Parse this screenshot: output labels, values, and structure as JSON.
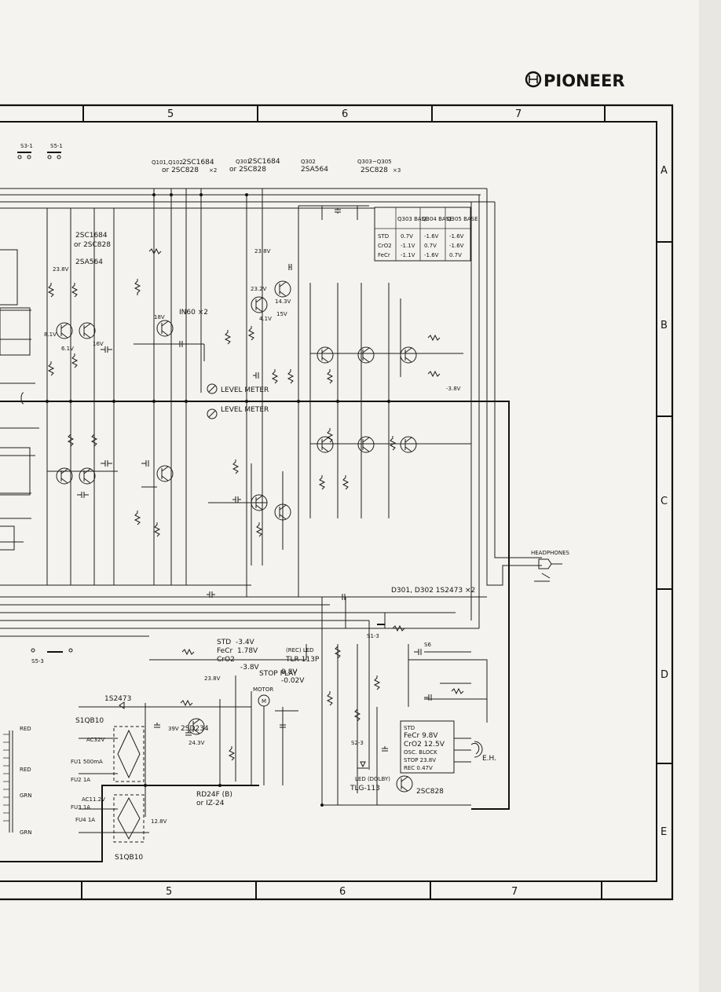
{
  "brand": "PIONEER",
  "grid": {
    "columns": [
      "5",
      "6",
      "7"
    ],
    "rows": [
      "A",
      "B",
      "C",
      "D",
      "E"
    ]
  },
  "transistor_groups": [
    {
      "refs": "Q101,Q102",
      "part": "2SC1684",
      "alt": "or 2SC828",
      "mult": "×2"
    },
    {
      "refs": "Q301",
      "part": "2SC1684",
      "alt": "or 2SC828",
      "mult": ""
    },
    {
      "refs": "Q302",
      "part": "2SA564",
      "alt": "",
      "mult": ""
    },
    {
      "refs": "Q303~Q305",
      "part": "2SC828",
      "alt": "",
      "mult": "×3"
    }
  ],
  "left_transistor_labels": [
    "2SC1684",
    "or 2SC828",
    "2SA564"
  ],
  "bias_table": {
    "columns": [
      "Q303 BASE",
      "Q304 BASE",
      "Q305 BASE"
    ],
    "rows": [
      {
        "label": "STD",
        "values": [
          "0.7V",
          "-1.6V",
          "-1.6V"
        ]
      },
      {
        "label": "CrO2",
        "values": [
          "-1.1V",
          "0.7V",
          "-1.6V"
        ]
      },
      {
        "label": "FeCr",
        "values": [
          "-1.1V",
          "-1.6V",
          "0.7V"
        ]
      }
    ]
  },
  "level_meter": "LEVEL METER",
  "diode_pair_label": "IN60 ×2",
  "headphones": "HEADPHONES",
  "diode_note": "D301, D302 1S2473 ×2",
  "voltages": [
    "23.8V",
    "23.2V",
    "14.3V",
    "15V",
    "4.1V",
    "-3.8V",
    "18V",
    "16V",
    "6.1V",
    "8.1V",
    "23.8V"
  ],
  "mode_voltages": [
    {
      "mode": "STD",
      "value": "-3.4V"
    },
    {
      "mode": "FeCr",
      "value": "1.78V"
    },
    {
      "mode": "CrO2",
      "value": "-3.8V"
    }
  ],
  "stop_play": {
    "label": "STOP PLAY",
    "values": [
      "0.8V",
      "-0.02V"
    ]
  },
  "rec_led": {
    "label": "(REC) LED",
    "part": "TLR-113P"
  },
  "led_dolby": {
    "label": "LED (DOLBY)",
    "part": "TLG-113"
  },
  "motor": "MOTOR",
  "osc_block": {
    "label": "OSC. BLOCK",
    "lines": [
      "STD",
      "FeCr 9.8V",
      "CrO2 12.5V",
      "STOP 23.8V",
      "REC 0.47V"
    ]
  },
  "osc_transistor": "2SC828",
  "eh_label": "E.H.",
  "power": {
    "diode_top": "1S2473",
    "bridge_top": "S1QB10",
    "bridge_bottom": "S1QB10",
    "ac_voltages": [
      "AC32V",
      "AC11.2V"
    ],
    "fuses": [
      "FU1 500mA",
      "FU2 1A",
      "FU3 1A",
      "FU4 1A"
    ],
    "regulator": "2SD234",
    "zener": "RD24F (B)",
    "zener_alt": "or IZ-24",
    "dc_voltages": [
      "23.8V",
      "12.8V",
      "39V",
      "24.3V"
    ],
    "wire_colors": [
      "RED",
      "RED",
      "GRN",
      "GRN"
    ]
  },
  "switches": [
    "S3-1",
    "S5-1",
    "S1-3",
    "S6",
    "S2-3",
    "S5-3"
  ]
}
